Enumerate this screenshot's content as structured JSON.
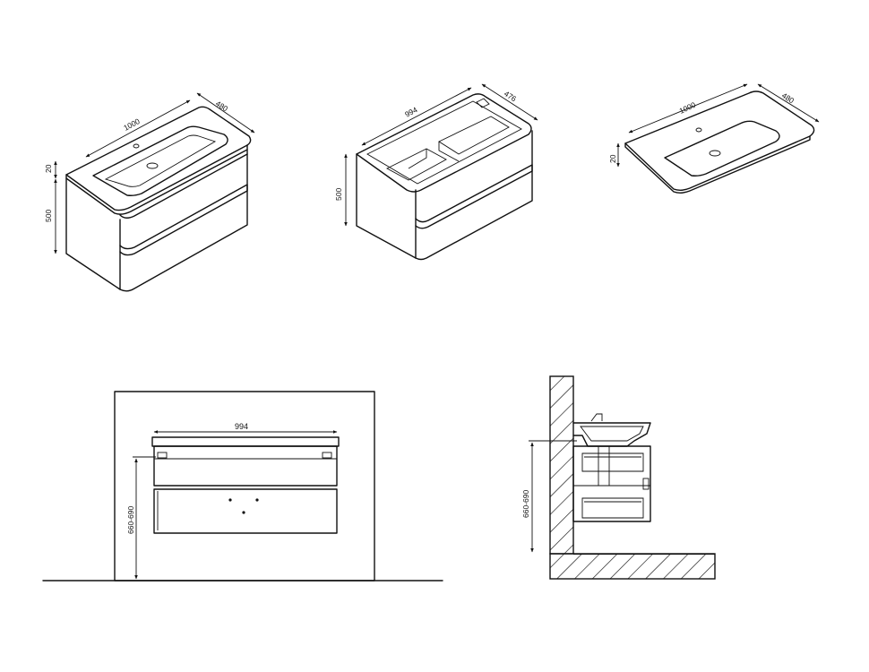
{
  "views": {
    "vanity_iso": {
      "width_label": "1000",
      "depth_label": "480",
      "top_thk_label": "20",
      "height_label": "500"
    },
    "cabinet_iso": {
      "width_label": "994",
      "depth_label": "476",
      "height_label": "500"
    },
    "basin_iso": {
      "width_label": "1000",
      "depth_label": "480",
      "thk_label": "20"
    },
    "front_elev": {
      "width_label": "994",
      "mount_height_label": "660-690"
    },
    "side_section": {
      "mount_height_label": "660-690"
    }
  }
}
